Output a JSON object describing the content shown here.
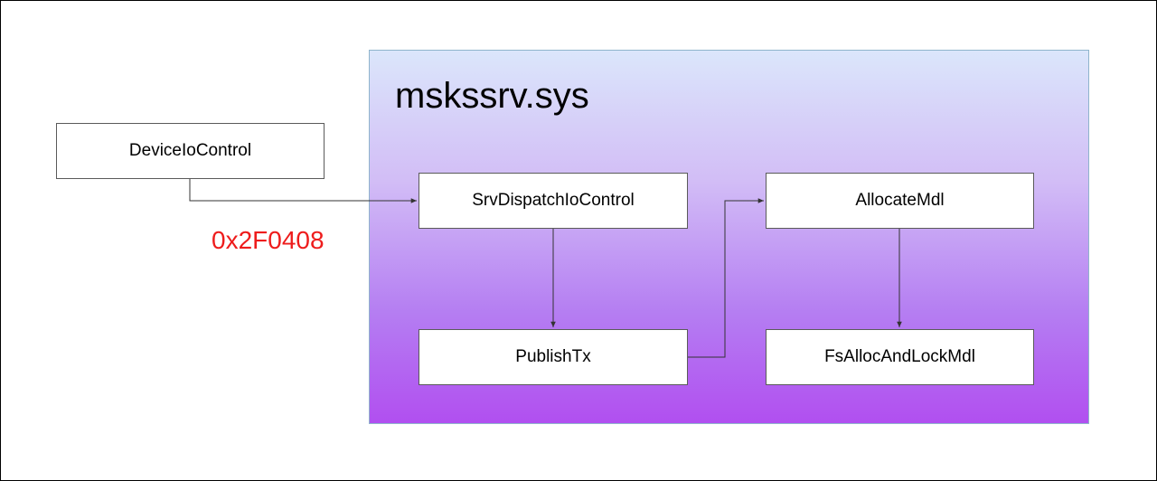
{
  "module": {
    "title": "mskssrv.sys",
    "gradient": [
      "#dbe6fb",
      "#d2bdf6",
      "#b57ef2",
      "#b14ff0"
    ]
  },
  "nodes": {
    "device_io_control": "DeviceIoControl",
    "srv_dispatch_io_control": "SrvDispatchIoControl",
    "publish_tx": "PublishTx",
    "allocate_mdl": "AllocateMdl",
    "fs_alloc_and_lock_mdl": "FsAllocAndLockMdl"
  },
  "ioctl_code": {
    "text": "0x2F0408",
    "color": "#ee1c1c"
  },
  "edges": [
    {
      "from": "DeviceIoControl",
      "to": "SrvDispatchIoControl"
    },
    {
      "from": "SrvDispatchIoControl",
      "to": "PublishTx"
    },
    {
      "from": "PublishTx",
      "to": "AllocateMdl"
    },
    {
      "from": "AllocateMdl",
      "to": "FsAllocAndLockMdl"
    }
  ]
}
